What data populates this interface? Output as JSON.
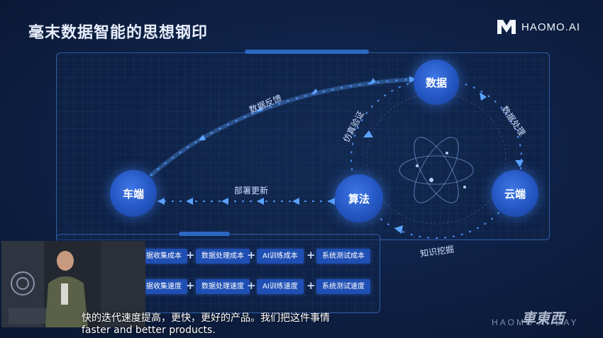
{
  "slide": {
    "title": "毫末数据智能的思想钢印",
    "brand": "HAOMO.AI"
  },
  "nodes": {
    "vehicle": "车端",
    "data": "数据",
    "cloud": "云端",
    "algorithm": "算法"
  },
  "arrows": {
    "data_feedback": "数据反馈",
    "data_processing": "数据处理",
    "simulation": "仿真验证",
    "deploy": "部署更新",
    "knowledge": "知识挖掘"
  },
  "costs": {
    "row1": [
      "据收集成本",
      "数据处理成本",
      "AI训练成本",
      "系统测试成本"
    ],
    "row2": [
      "据收集速度",
      "数据处理速度",
      "AI训练速度",
      "系统测试速度"
    ],
    "plus": "+"
  },
  "captions": {
    "zh": "快的迭代速度提高，更快，更好的产品。我们把这件事情",
    "en": "faster and better products."
  },
  "watermark": {
    "event": "HAOMO AI DAY",
    "logo": "車東西"
  }
}
